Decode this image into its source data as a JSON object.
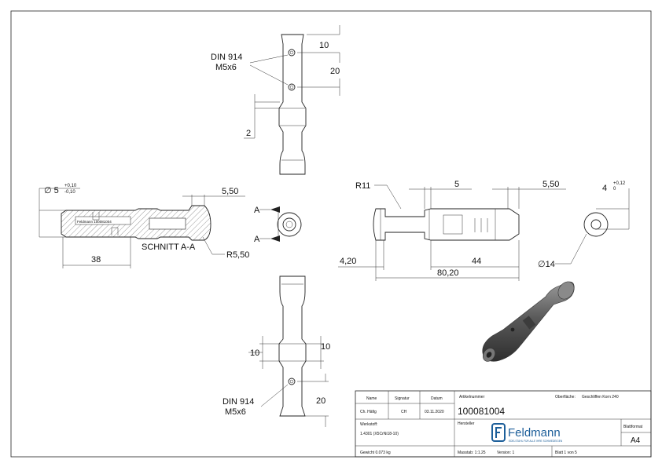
{
  "colors": {
    "line": "#222222",
    "hatch": "#555555",
    "logo": "#1d5f9a",
    "render": "#5a5a5a"
  },
  "views": {
    "top": {
      "dims": {
        "d10": "10",
        "d20": "20",
        "d2": "2"
      },
      "note": {
        "line1": "DIN 914",
        "line2": "M5x6"
      }
    },
    "section": {
      "dims": {
        "diameter": "∅ 5",
        "tol_up": "+0,10",
        "tol_down": "-0,10",
        "d550": "5,50",
        "d38": "38",
        "r550": "R5,50"
      },
      "engraving": "Feldmann 100081004",
      "caption": "SCHNITT A-A",
      "cut_a1": "A",
      "cut_a2": "A"
    },
    "side": {
      "dims": {
        "r11": "R11",
        "d5": "5",
        "d550": "5,50",
        "d420": "4,20",
        "d44": "44",
        "d8020": "80,20"
      }
    },
    "end": {
      "dims": {
        "d4": "4",
        "tol_up": "+0,12",
        "tol_down": "0",
        "d14": "∅14"
      }
    },
    "bottom": {
      "dims": {
        "d10a": "10",
        "d10b": "10",
        "d20": "20"
      },
      "note": {
        "line1": "DIN 914",
        "line2": "M5x6"
      }
    }
  },
  "title_block": {
    "headers": {
      "name": "Name",
      "signatur": "Signatur",
      "datum": "Datum",
      "artikel": "Artikelnummer",
      "oberflaeche": "Oberfläche:",
      "oberflaeche_value": "Geschliffen Korn 240"
    },
    "row": {
      "name": "Ch. Häfig",
      "signatur": "CH",
      "datum": "03.11.2020"
    },
    "article_number": "100081004",
    "werkstoff_label": "Werkstoff:",
    "werkstoff_value": "1.4301 (X5CrNi18-10)",
    "hersteller_label": "Hersteller",
    "logo_name": "Feldmann",
    "logo_tagline": "EDELSTAHL FÜR ALLE IHRE SCHMIEDEIGEN",
    "blattformat_label": "Blattformat",
    "blattformat_value": "A4",
    "gewicht": "Gewicht 0.073 kg",
    "massstab": "Masstab: 1:1.25",
    "version": "Version: 1",
    "blatt": "Blatt 1 von 5"
  }
}
